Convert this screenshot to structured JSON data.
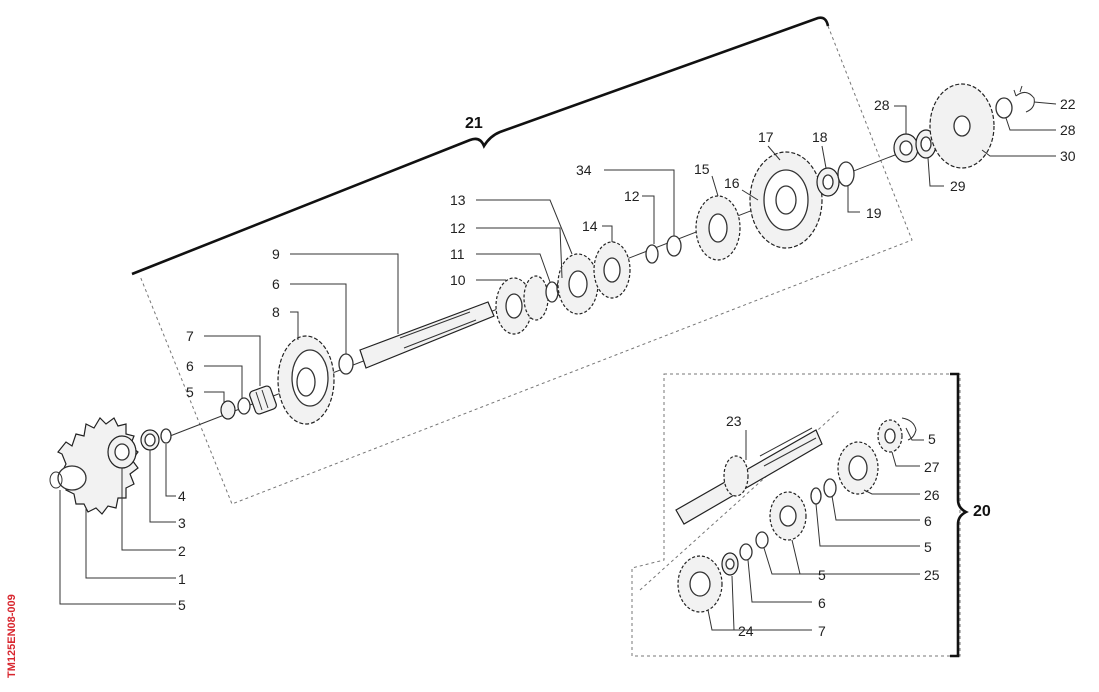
{
  "document_code": "TM125EN08-009",
  "groups": {
    "main_shaft_assembly": "21",
    "counter_shaft_assembly": "20"
  },
  "callouts": {
    "main": [
      "1",
      "2",
      "3",
      "4",
      "5",
      "5",
      "6",
      "6",
      "7",
      "8",
      "9",
      "10",
      "11",
      "12",
      "12",
      "13",
      "14",
      "15",
      "16",
      "17",
      "18",
      "19",
      "22",
      "28",
      "28",
      "29",
      "30",
      "34"
    ],
    "counter": [
      "23",
      "5",
      "27",
      "26",
      "6",
      "5",
      "25",
      "5",
      "6",
      "7",
      "24"
    ]
  },
  "colors": {
    "code_red": "#d8262e",
    "line": "#333333"
  }
}
